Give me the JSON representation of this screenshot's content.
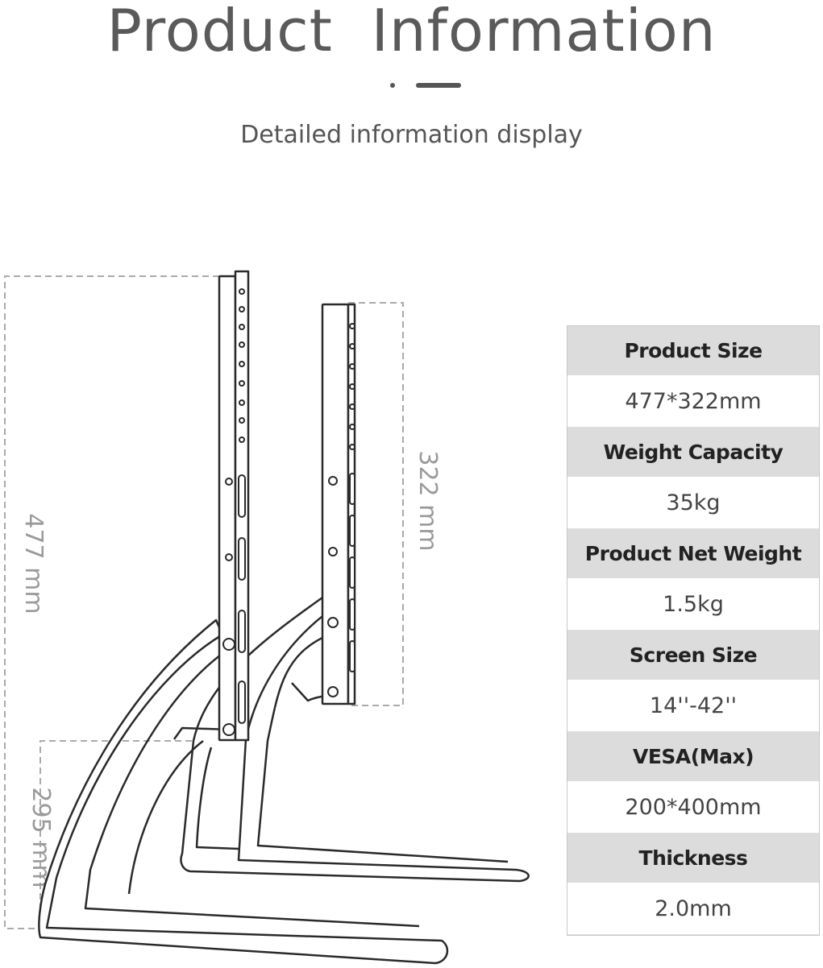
{
  "header": {
    "title": "Product  Information",
    "subtitle": "Detailed information display"
  },
  "dimensions": {
    "total_height": "477 mm",
    "bracket_height": "322 mm",
    "base_height": "295 mm"
  },
  "specs": [
    {
      "label": "Product Size",
      "value": "477*322mm"
    },
    {
      "label": "Weight Capacity",
      "value": "35kg"
    },
    {
      "label": "Product Net Weight",
      "value": "1.5kg"
    },
    {
      "label": "Screen Size",
      "value": "14''-42''"
    },
    {
      "label": "VESA(Max)",
      "value": "200*400mm"
    },
    {
      "label": "Thickness",
      "value": "2.0mm"
    }
  ]
}
